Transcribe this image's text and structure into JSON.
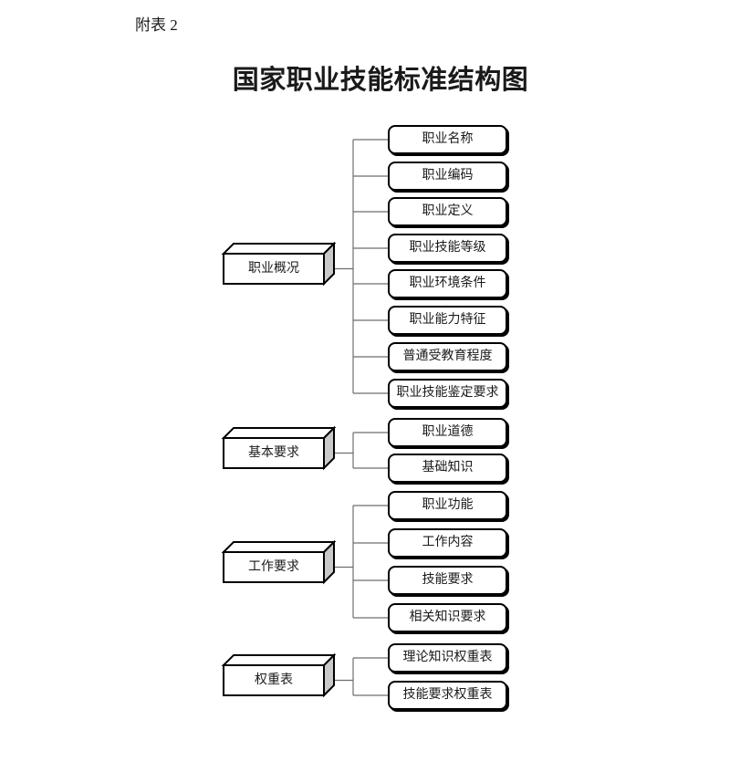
{
  "page": {
    "appendix_label": "附表 2",
    "title": "国家职业技能标准结构图"
  },
  "diagram": {
    "groups": [
      {
        "label": "职业概况",
        "children": [
          "职业名称",
          "职业编码",
          "职业定义",
          "职业技能等级",
          "职业环境条件",
          "职业能力特征",
          "普通受教育程度",
          "职业技能鉴定要求"
        ]
      },
      {
        "label": "基本要求",
        "children": [
          "职业道德",
          "基础知识"
        ]
      },
      {
        "label": "工作要求",
        "children": [
          "职业功能",
          "工作内容",
          "技能要求",
          "相关知识要求"
        ]
      },
      {
        "label": "权重表",
        "children": [
          "理论知识权重表",
          "技能要求权重表"
        ]
      }
    ],
    "colors": {
      "background": "#ffffff",
      "box_border": "#000000",
      "connector_line": "#6e6e6e",
      "box_side_face": "#c9c9c9",
      "text": "#1a1a1a"
    }
  }
}
